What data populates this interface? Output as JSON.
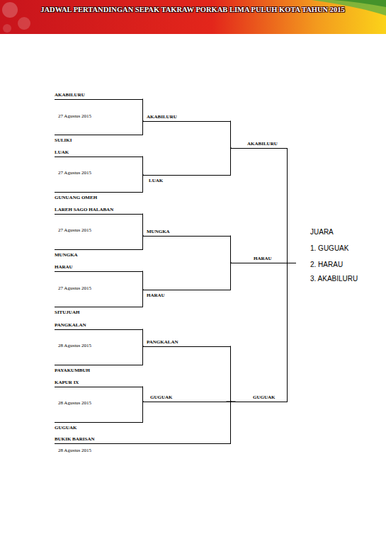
{
  "diagram": {
    "title": "JADWAL PERTANDINGAN SEPAK TAKRAW PORKAB LIMA PULUH KOTA TAHUN 2015",
    "nodes": [
      {
        "text": [
          "AKABILURU"
        ]
      },
      {
        "text": [
          "SULIKI"
        ]
      },
      {
        "text": [
          "LUAK"
        ]
      },
      {
        "text": [
          "GUNUANG OMEH"
        ]
      },
      {
        "text": [
          "LAREH SAGO HALABAN"
        ]
      },
      {
        "text": [
          "MUNGKA"
        ]
      },
      {
        "text": [
          "HARAU"
        ]
      },
      {
        "text": [
          "SITUJUAH"
        ]
      },
      {
        "text": [
          "PANGKALAN"
        ]
      },
      {
        "text": [
          "PAYAKUMBUH"
        ]
      },
      {
        "text": [
          "KAPUR IX"
        ]
      },
      {
        "text": [
          "GUGUAK"
        ]
      },
      {
        "text": [
          "BUKIK BARISAN"
        ]
      },
      {
        "text": [
          "AKABILURU"
        ]
      },
      {
        "text": [
          "LUAK"
        ]
      },
      {
        "text": [
          "MUNGKA"
        ]
      },
      {
        "text": [
          "HARAU"
        ]
      },
      {
        "text": [
          "PANGKALAN"
        ]
      },
      {
        "text": [
          "GUGUAK"
        ]
      },
      {
        "text": [
          "AKABILURU"
        ]
      },
      {
        "text": [
          "HARAU"
        ]
      },
      {
        "text": [
          "GUGUAK"
        ]
      }
    ],
    "edges": [
      {
        "from": 0,
        "to": 13,
        "arrow": "none"
      },
      {
        "from": 1,
        "to": 13,
        "arrow": "none"
      },
      {
        "from": 2,
        "to": 14,
        "arrow": "none"
      },
      {
        "from": 3,
        "to": 14,
        "arrow": "none"
      },
      {
        "from": 4,
        "to": 15,
        "arrow": "none"
      },
      {
        "from": 5,
        "to": 15,
        "arrow": "none"
      },
      {
        "from": 6,
        "to": 16,
        "arrow": "none"
      },
      {
        "from": 7,
        "to": 16,
        "arrow": "none"
      },
      {
        "from": 8,
        "to": 17,
        "arrow": "none"
      },
      {
        "from": 9,
        "to": 17,
        "arrow": "none"
      },
      {
        "from": 10,
        "to": 18,
        "arrow": "none"
      },
      {
        "from": 11,
        "to": 18,
        "arrow": "none"
      },
      {
        "from": 13,
        "to": 19,
        "arrow": "none"
      },
      {
        "from": 14,
        "to": 19,
        "arrow": "none"
      },
      {
        "from": 15,
        "to": 20,
        "arrow": "none"
      },
      {
        "from": 16,
        "to": 20,
        "arrow": "none"
      },
      {
        "from": 17,
        "to": 21,
        "arrow": "none"
      },
      {
        "from": 18,
        "to": 21,
        "arrow": "none"
      },
      {
        "from": 12,
        "to": 21,
        "arrow": "none"
      }
    ],
    "labels": [
      "27 Agustus 2015",
      "27 Agustus 2015",
      "27 Agustus 2015",
      "27 Agustus 2015",
      "28 Agustus 2015",
      "28 Agustus 2015",
      "28 Agustus 2015",
      "JUARA",
      "1. GUGUAK",
      "2. HARAU",
      "3. AKABILURU"
    ]
  }
}
